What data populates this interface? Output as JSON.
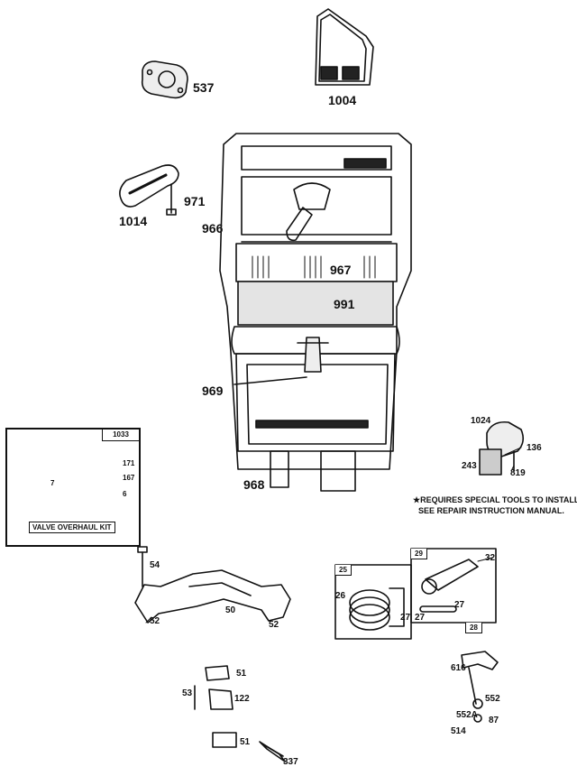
{
  "labels": {
    "p537": "537",
    "p1004": "1004",
    "p971": "971",
    "p1014": "1014",
    "p966": "966",
    "p967": "967",
    "p991": "991",
    "p969": "969",
    "p968": "968",
    "p1024": "1024",
    "p136": "136",
    "p243": "243",
    "p819": "819",
    "p54": "54",
    "p52a": "52",
    "p50": "50",
    "p52b": "52",
    "p25": "25",
    "p26": "26",
    "p27a": "27",
    "p27b": "27",
    "p27c": "27",
    "p29": "29",
    "p32": "32",
    "p28": "28",
    "p51a": "51",
    "p53": "53",
    "p122": "122",
    "p51b": "51",
    "p337": "337",
    "p616": "616",
    "p552": "552",
    "p552a": "552A",
    "p87": "87",
    "p514": "514"
  },
  "kit": {
    "code": "1033",
    "title": "VALVE OVERHAUL KIT",
    "items": [
      "171",
      "167",
      "6"
    ],
    "gasket_num": "7"
  },
  "note": {
    "line1": "★REQUIRES SPECIAL TOOLS TO INSTALL.",
    "line2": "SEE REPAIR INSTRUCTION MANUAL."
  }
}
